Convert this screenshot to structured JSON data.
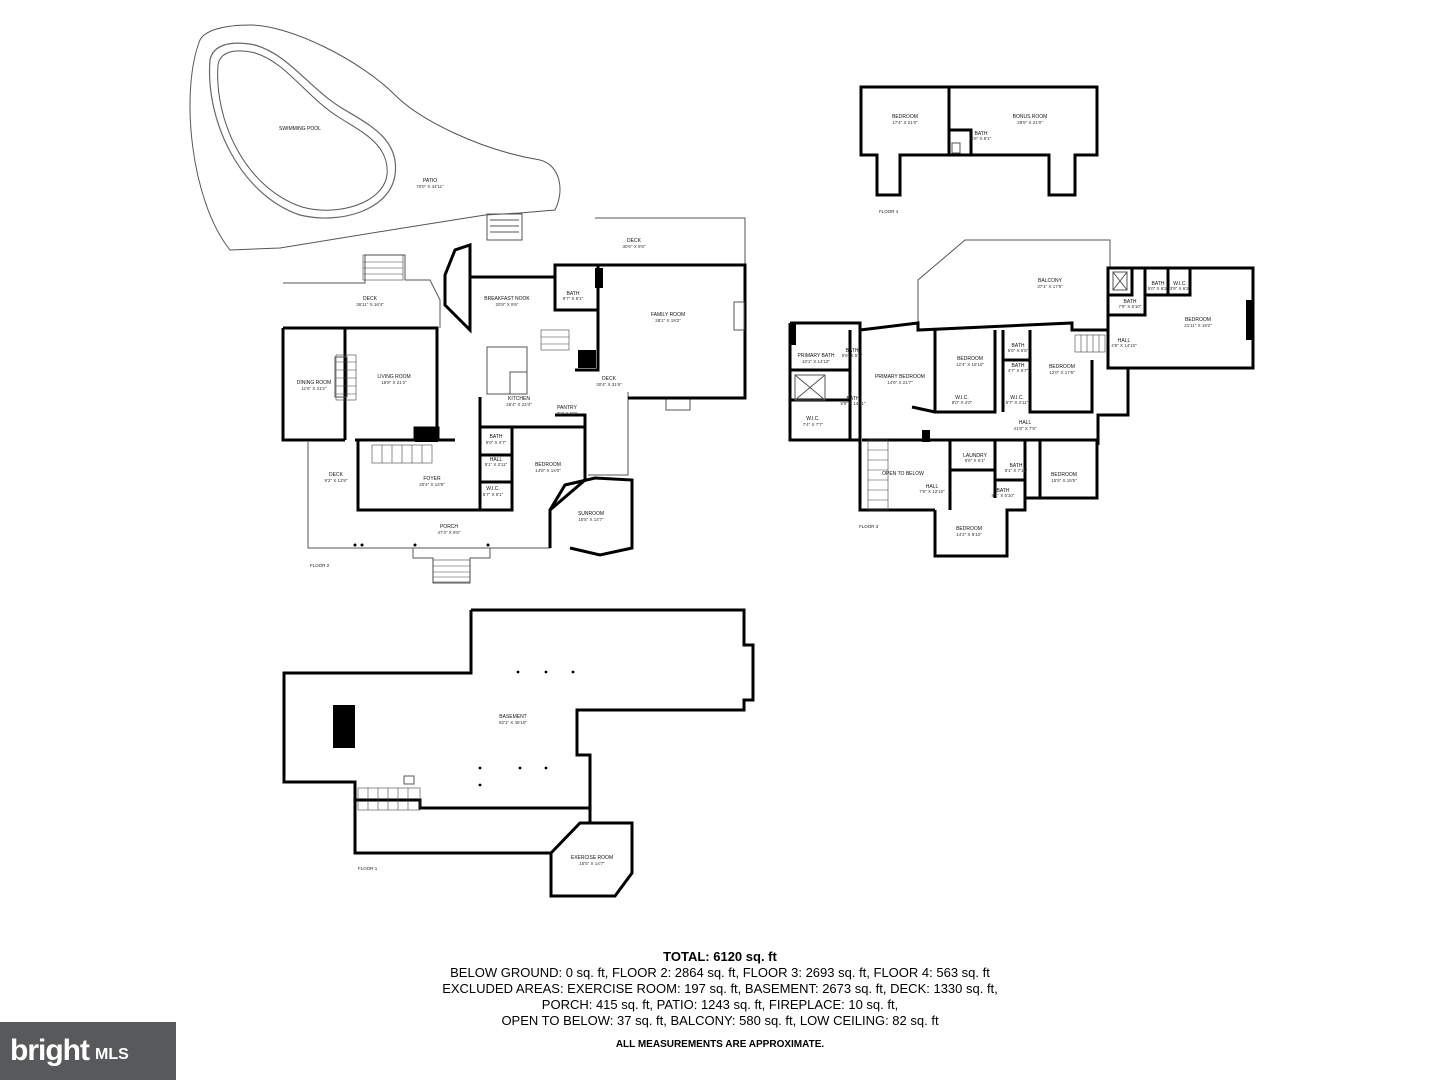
{
  "floor_labels": {
    "floor1": "FLOOR 1",
    "floor2": "FLOOR 2",
    "floor3": "FLOOR 3",
    "floor4": "FLOOR 4"
  },
  "rooms": {
    "swimming_pool": {
      "name": "SWIMMING POOL"
    },
    "patio": {
      "name": "PATIO",
      "dim": "70'0\" X 44'11\""
    },
    "deck_upper": {
      "name": "DECK",
      "dim": "30'6\" X 9'6\""
    },
    "deck_left": {
      "name": "DECK",
      "dim": "36'11\" X 16'4\""
    },
    "breakfast_nook": {
      "name": "BREAKFAST NOOK",
      "dim": "20'8\" X 9'6\""
    },
    "bath_f2_top": {
      "name": "BATH",
      "dim": "9'7\" X 8'1\""
    },
    "family_room": {
      "name": "FAMILY ROOM",
      "dim": "28'1\" X 19'2\""
    },
    "dining_room": {
      "name": "DINING ROOM",
      "dim": "11'6\" X 21'2\""
    },
    "living_room": {
      "name": "LIVING ROOM",
      "dim": "18'8\" X 21'2\""
    },
    "kitchen": {
      "name": "KITCHEN",
      "dim": "26'4\" X 22'4\""
    },
    "deck_mid": {
      "name": "DECK",
      "dim": "30'4\" X 31'6\""
    },
    "pantry": {
      "name": "PANTRY",
      "dim": "3'2\" X 9'0\""
    },
    "bath_f2": {
      "name": "BATH",
      "dim": "9'0\" X 4'7\""
    },
    "hall_f2": {
      "name": "HALL",
      "dim": "5'1\" X 2'11\""
    },
    "wic_f2": {
      "name": "W.I.C.",
      "dim": "5'7\" X 5'1\""
    },
    "bedroom_f2": {
      "name": "BEDROOM",
      "dim": "14'8\" X 14'0\""
    },
    "deck_small": {
      "name": "DECK",
      "dim": "9'2\" X 12'8\""
    },
    "foyer": {
      "name": "FOYER",
      "dim": "20'4\" X 12'8\""
    },
    "sunroom": {
      "name": "SUNROOM",
      "dim": "15'5\" X 14'7\""
    },
    "porch": {
      "name": "PORCH",
      "dim": "47'4\" X 9'6\""
    },
    "f4_bedroom": {
      "name": "BEDROOM",
      "dim": "17'4\" X 21'0\""
    },
    "f4_bonus": {
      "name": "BONUS ROOM",
      "dim": "28'5\" X 21'0\""
    },
    "f4_bath": {
      "name": "BATH",
      "dim": "5'6\" X 8'1\""
    },
    "balcony": {
      "name": "BALCONY",
      "dim": "37'1\" X 17'6\""
    },
    "f3_bath_tr": {
      "name": "BATH",
      "dim": "7'9\" X 6'10\""
    },
    "f3_bath_tr2": {
      "name": "BATH",
      "dim": "5'0\" X 6'2\""
    },
    "f3_wic_tr": {
      "name": "W.I.C.",
      "dim": "3'9\" X 6'2\""
    },
    "f3_bedroom_tr": {
      "name": "BEDROOM",
      "dim": "21'11\" X 19'2\""
    },
    "f3_hall_r": {
      "name": "HALL",
      "dim": "4'8\" X 14'10\""
    },
    "primary_bath": {
      "name": "PRIMARY BATH",
      "dim": "10'1\" X 14'10\""
    },
    "f3_bath_p": {
      "name": "BATH",
      "dim": "5'6\" X 5'5\""
    },
    "primary_bedroom": {
      "name": "PRIMARY BEDROOM",
      "dim": "14'9\" X 21'7\""
    },
    "f3_bath_v": {
      "name": "BATH",
      "dim": "5'9\" X 14'11\""
    },
    "f3_wic_p": {
      "name": "W.I.C.",
      "dim": "7'4\" X 7'7\""
    },
    "f3_bedroom_m": {
      "name": "BEDROOM",
      "dim": "12'4\" X 15'10\""
    },
    "f3_bath_m1": {
      "name": "BATH",
      "dim": "5'6\" X 5'5\""
    },
    "f3_bath_m2": {
      "name": "BATH",
      "dim": "4'7\" X 5'7\""
    },
    "f3_bedroom_m2": {
      "name": "BEDROOM",
      "dim": "12'0\" X 17'6\""
    },
    "f3_wic_m1": {
      "name": "W.I.C.",
      "dim": "8'0\" X 4'0\""
    },
    "f3_wic_m2": {
      "name": "W.I.C.",
      "dim": "5'7\" X 4'11\""
    },
    "f3_hall_m": {
      "name": "HALL",
      "dim": "41'8\" X 7'9\""
    },
    "open_to_below": {
      "name": "OPEN TO BELOW"
    },
    "laundry": {
      "name": "LAUNDRY",
      "dim": "9'6\" X 6'1\""
    },
    "f3_bath_l1": {
      "name": "BATH",
      "dim": "8'1\" X 7'11\""
    },
    "f3_bath_l2": {
      "name": "BATH",
      "dim": "8'1\" X 5'10\""
    },
    "f3_hall_l": {
      "name": "HALL",
      "dim": "7'5\" X 12'10\""
    },
    "f3_bedroom_lr": {
      "name": "BEDROOM",
      "dim": "15'5\" X 15'5\""
    },
    "f3_bedroom_b": {
      "name": "BEDROOM",
      "dim": "14'2\" X 9'10\""
    },
    "basement": {
      "name": "BASEMENT",
      "dim": "92'1\" X 45'10\""
    },
    "exercise_room": {
      "name": "EXERCISE ROOM",
      "dim": "15'5\" X 14'7\""
    }
  },
  "summary": {
    "total": "TOTAL: 6120 sq. ft",
    "line1": "BELOW GROUND: 0 sq. ft, FLOOR 2: 2864 sq. ft, FLOOR 3: 2693 sq. ft, FLOOR 4: 563 sq. ft",
    "line2": "EXCLUDED AREAS: EXERCISE ROOM: 197 sq. ft, BASEMENT: 2673 sq. ft, DECK: 1330 sq. ft,",
    "line3": "PORCH: 415 sq. ft, PATIO: 1243 sq. ft, FIREPLACE: 10 sq. ft,",
    "line4": "OPEN TO BELOW: 37 sq. ft, BALCONY: 580 sq. ft, LOW CEILING: 82 sq. ft",
    "note": "ALL MEASUREMENTS ARE APPROXIMATE."
  },
  "logo": {
    "wordmark": "bright",
    "suffix": "MLS"
  }
}
